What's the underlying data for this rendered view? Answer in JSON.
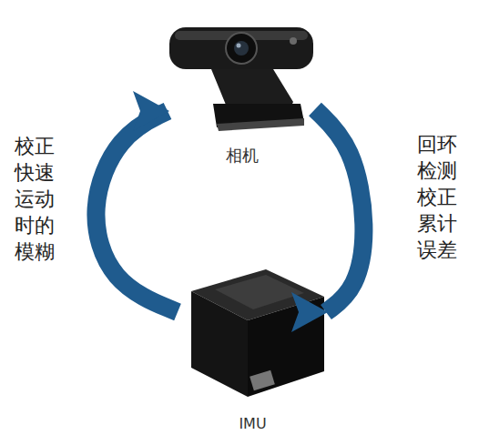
{
  "diagram": {
    "nodes": [
      {
        "text": [
          "相机"
        ]
      },
      {
        "text": [
          "IMU"
        ]
      }
    ],
    "edges": [
      {
        "from": 0,
        "to": 1,
        "arrow": "to",
        "label": "回环检测校正累计误差"
      },
      {
        "from": 1,
        "to": 0,
        "arrow": "to",
        "label": "校正快速运动时的模糊"
      }
    ]
  }
}
